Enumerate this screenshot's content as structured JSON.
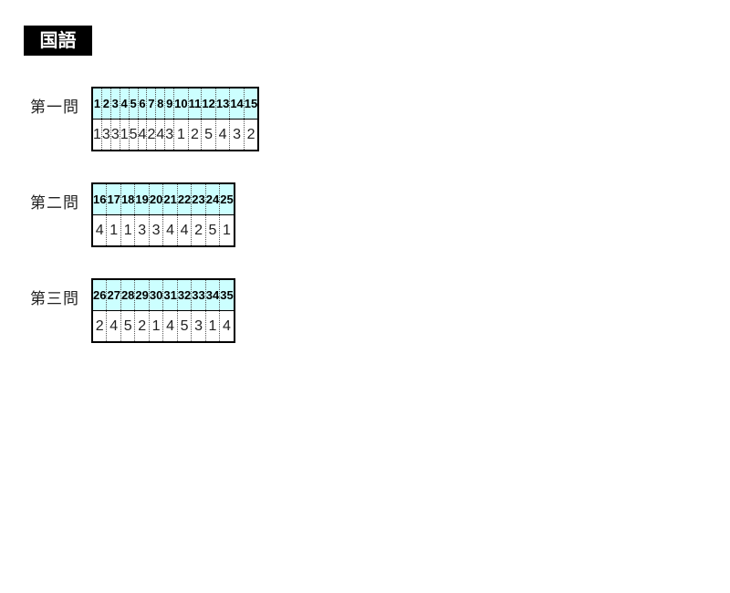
{
  "title": "国語",
  "sections": [
    {
      "label": "第一問",
      "numbers": [
        "1",
        "2",
        "3",
        "4",
        "5",
        "6",
        "7",
        "8",
        "9",
        "10",
        "11",
        "12",
        "13",
        "14",
        "15"
      ],
      "answers": [
        "1",
        "3",
        "3",
        "1",
        "5",
        "4",
        "2",
        "4",
        "3",
        "1",
        "2",
        "5",
        "4",
        "3",
        "2"
      ]
    },
    {
      "label": "第二問",
      "numbers": [
        "16",
        "17",
        "18",
        "19",
        "20",
        "21",
        "22",
        "23",
        "24",
        "25"
      ],
      "answers": [
        "4",
        "1",
        "1",
        "3",
        "3",
        "4",
        "4",
        "2",
        "5",
        "1"
      ]
    },
    {
      "label": "第三問",
      "numbers": [
        "26",
        "27",
        "28",
        "29",
        "30",
        "31",
        "32",
        "33",
        "34",
        "35"
      ],
      "answers": [
        "2",
        "4",
        "5",
        "2",
        "1",
        "4",
        "5",
        "3",
        "1",
        "4"
      ]
    }
  ]
}
